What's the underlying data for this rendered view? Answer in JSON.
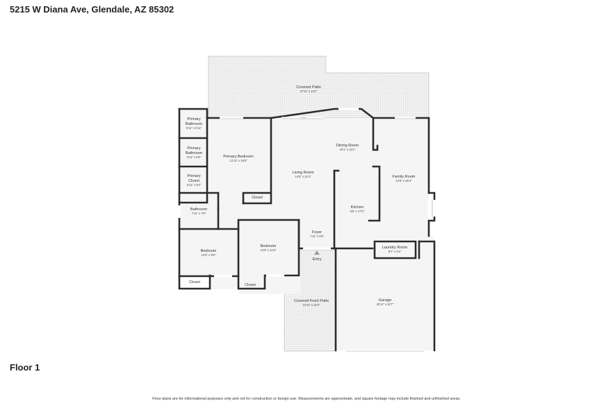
{
  "header": {
    "address": "5215 W Diana Ave, Glendale, AZ 85302"
  },
  "footer": {
    "floor_label": "Floor 1",
    "disclaimer": "Floor plans are for informational purposes only and not for construction or design use. Measurements are approximate, and square footage may include finished and unfinished areas."
  },
  "rooms": {
    "covered_patio": {
      "name": "Covered Patio",
      "dims": "47'11\" x 13'1\""
    },
    "primary_bathroom_1": {
      "name": "Primary Bathroom",
      "dims": "5'11\" x 5'11\""
    },
    "primary_bathroom_2": {
      "name": "Primary Bathroom",
      "dims": "5'11\" x 6'6\""
    },
    "primary_closet": {
      "name": "Primary Closet",
      "dims": "5'11\" x 5'4\""
    },
    "primary_bedroom": {
      "name": "Primary Bedroom",
      "dims": "12'11\" x 16'8\""
    },
    "closet_primary": {
      "name": "Closet"
    },
    "dining_room": {
      "name": "Dining Room",
      "dims": "16'1\" x 13'1\""
    },
    "living_room": {
      "name": "Living Room",
      "dims": "14'8\" x 21'3\""
    },
    "family_room": {
      "name": "Family Room",
      "dims": "12'8\" x 26'4\""
    },
    "kitchen": {
      "name": "Kitchen",
      "dims": "9'5\" x 17'2\""
    },
    "bathroom": {
      "name": "Bathroom",
      "dims": "7'11\" x 7'9\""
    },
    "foyer": {
      "name": "Foyer",
      "dims": "7'11\" x 5'9\""
    },
    "entry": {
      "name": "Entry"
    },
    "laundry_room": {
      "name": "Laundry Room",
      "dims": "8'7\" x 3'4\""
    },
    "bedroom_1": {
      "name": "Bedroom",
      "dims": "12'6\" x 9'5\""
    },
    "bedroom_2": {
      "name": "Bedroom",
      "dims": "12'6\" x 11'8\""
    },
    "closet_1": {
      "name": "Closet"
    },
    "closet_2": {
      "name": "Closet"
    },
    "covered_front_patio": {
      "name": "Covered Front Patio",
      "dims": "10'11\" x 22'2\""
    },
    "garage": {
      "name": "Garage",
      "dims": "20'11\" x 22'7\""
    }
  }
}
